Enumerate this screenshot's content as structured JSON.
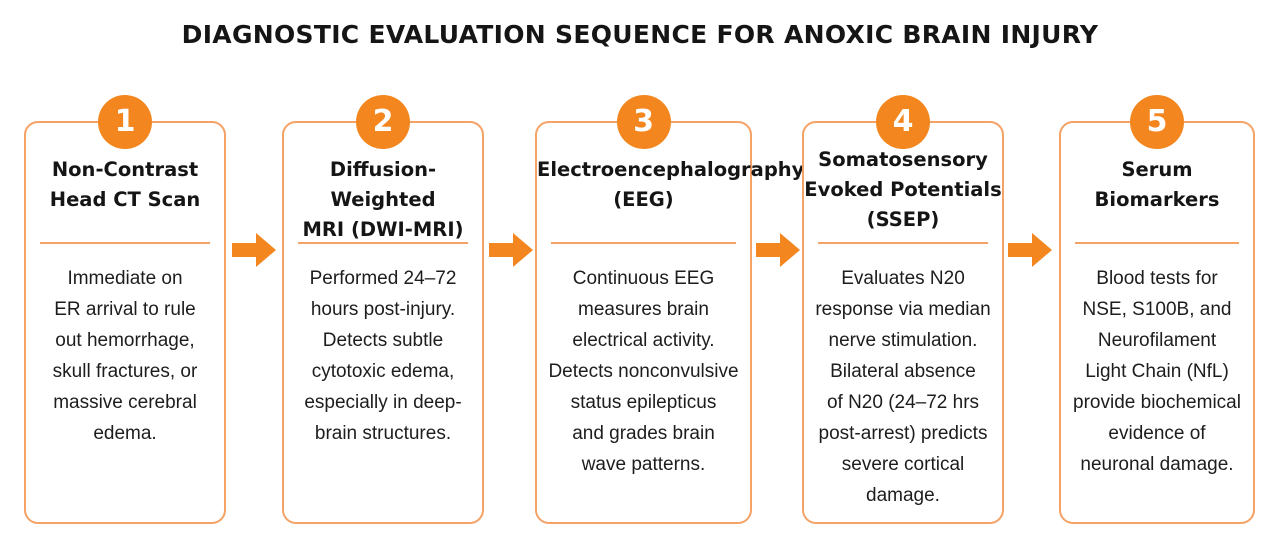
{
  "title": "DIAGNOSTIC EVALUATION SEQUENCE FOR ANOXIC BRAIN INJURY",
  "colors": {
    "accent": "#f3861f",
    "card_border": "#f4a266",
    "text": "#1a1a1a"
  },
  "steps": [
    {
      "number": "1",
      "title": "Non-Contrast\nHead CT Scan",
      "body": "Immediate on\nER arrival to rule\nout hemorrhage,\nskull fractures, or\nmassive cerebral\nedema."
    },
    {
      "number": "2",
      "title": "Diffusion-Weighted\nMRI (DWI-MRI)",
      "body": "Performed 24–72\nhours post-injury.\nDetects subtle\ncytotoxic edema,\nespecially in deep-\nbrain structures."
    },
    {
      "number": "3",
      "title": "Electroencephalography\n(EEG)",
      "body": "Continuous EEG\nmeasures brain\nelectrical activity.\nDetects nonconvulsive\nstatus epilepticus\nand grades brain\nwave patterns."
    },
    {
      "number": "4",
      "title": "Somatosensory\nEvoked Potentials\n(SSEP)",
      "body": "Evaluates N20\nresponse via median\nnerve stimulation.\nBilateral absence\nof N20 (24–72 hrs\npost-arrest) predicts\nsevere cortical\ndamage."
    },
    {
      "number": "5",
      "title": "Serum\nBiomarkers",
      "body": "Blood tests for\nNSE, S100B, and\nNeurofilament\nLight Chain (NfL)\nprovide biochemical\nevidence of\nneuronal damage."
    }
  ]
}
